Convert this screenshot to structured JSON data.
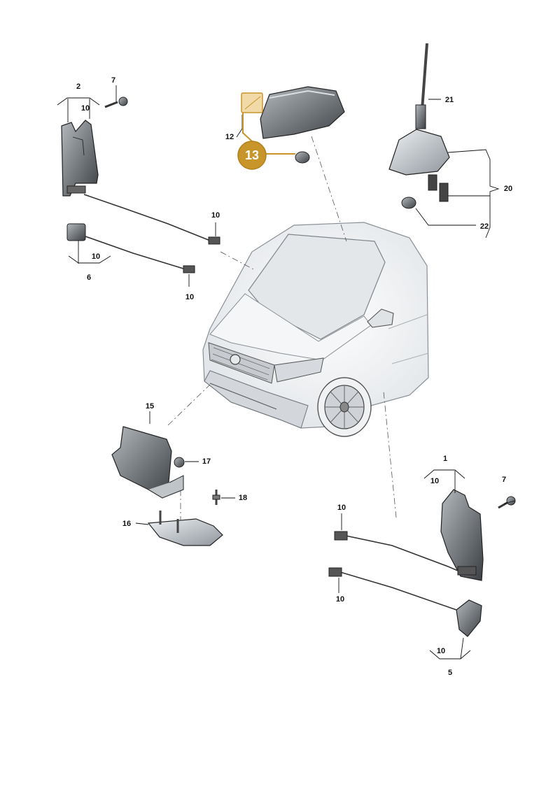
{
  "diagram": {
    "labels": {
      "l2": "2",
      "l10_a": "10",
      "l7_a": "7",
      "l10_b": "10",
      "l10_c": "10",
      "l6": "6",
      "l10_d": "10",
      "l12": "12",
      "l21": "21",
      "l20": "20",
      "l22": "22",
      "l15": "15",
      "l17": "17",
      "l18": "18",
      "l16": "16",
      "l1": "1",
      "l10_e": "10",
      "l7_b": "7",
      "l10_f": "10",
      "l10_g": "10",
      "l10_h": "10",
      "l5": "5"
    },
    "highlight": {
      "number": "13",
      "color": "#c8952a",
      "swatch_color": "#f2d9a8"
    }
  }
}
